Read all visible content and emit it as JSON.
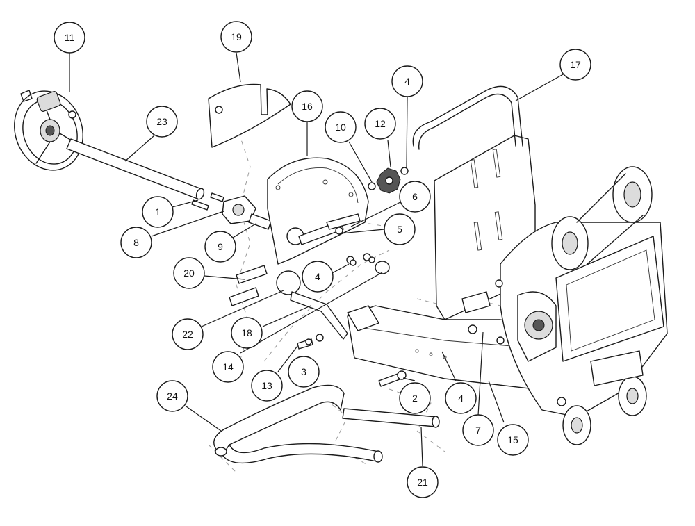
{
  "callouts": [
    {
      "id": "c11",
      "label": "11"
    },
    {
      "id": "c19",
      "label": "19"
    },
    {
      "id": "c17",
      "label": "17"
    },
    {
      "id": "c23",
      "label": "23"
    },
    {
      "id": "c16",
      "label": "16"
    },
    {
      "id": "c10",
      "label": "10"
    },
    {
      "id": "c12",
      "label": "12"
    },
    {
      "id": "c4a",
      "label": "4"
    },
    {
      "id": "c6",
      "label": "6"
    },
    {
      "id": "c1",
      "label": "1"
    },
    {
      "id": "c8",
      "label": "8"
    },
    {
      "id": "c9",
      "label": "9"
    },
    {
      "id": "c5",
      "label": "5"
    },
    {
      "id": "c20",
      "label": "20"
    },
    {
      "id": "c4b",
      "label": "4"
    },
    {
      "id": "c22",
      "label": "22"
    },
    {
      "id": "c18",
      "label": "18"
    },
    {
      "id": "c14",
      "label": "14"
    },
    {
      "id": "c13",
      "label": "13"
    },
    {
      "id": "c3",
      "label": "3"
    },
    {
      "id": "c24",
      "label": "24"
    },
    {
      "id": "c2",
      "label": "2"
    },
    {
      "id": "c4c",
      "label": "4"
    },
    {
      "id": "c7",
      "label": "7"
    },
    {
      "id": "c15",
      "label": "15"
    },
    {
      "id": "c21",
      "label": "21"
    }
  ],
  "colors": {
    "line": "#1a1a1a",
    "background": "#ffffff",
    "hidden_line": "#9a9a9a"
  }
}
